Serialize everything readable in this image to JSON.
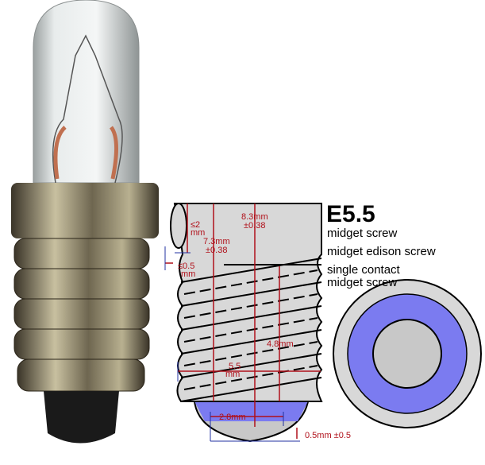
{
  "title": "E5.5",
  "names": [
    "midget screw",
    "midget edison screw",
    "single contact midget screw"
  ],
  "dimensions": {
    "top_gap": "≤2 mm",
    "side_gap": "≤0.5 mm",
    "overall_length": "8.3mm ±0.38",
    "thread_length": "7.3mm ±0.38",
    "minor_length": "4.8mm",
    "diameter": "5.5 mm",
    "contact_diameter": "2.8mm",
    "contact_height": "0.5mm ±0.5"
  },
  "colors": {
    "dimension": "#b0101a",
    "contact": "#7b7bf0",
    "base": "#d8d8d8",
    "outline": "#000000"
  }
}
